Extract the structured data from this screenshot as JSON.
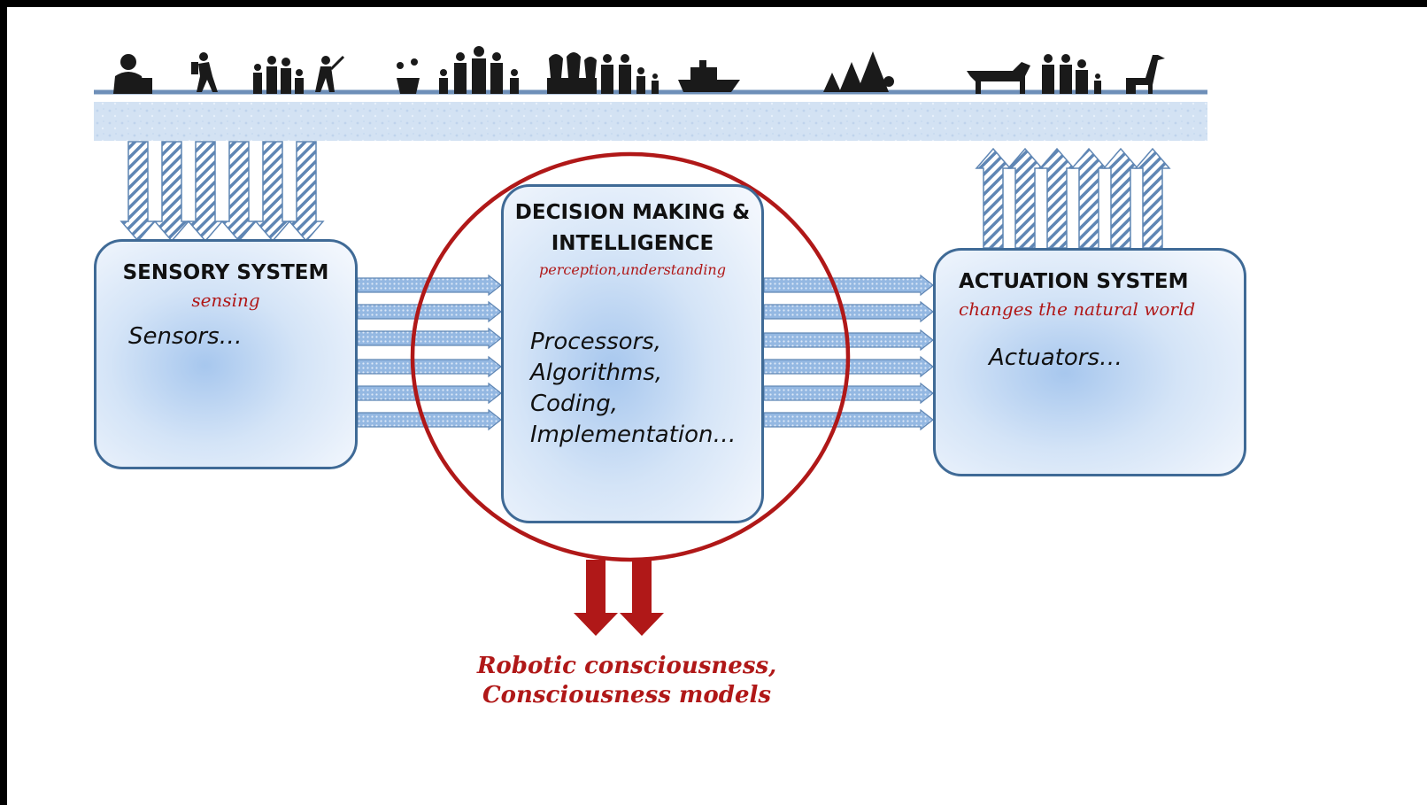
{
  "sensory": {
    "title": "SENSORY SYSTEM",
    "subtitle": "sensing",
    "body": "Sensors…"
  },
  "decision": {
    "title": "DECISION MAKING & INTELLIGENCE",
    "subtitle": "perception,understanding",
    "body": [
      "Processors,",
      "Algorithms,",
      "Coding,",
      "Implementation…"
    ]
  },
  "actuation": {
    "title": "ACTUATION SYSTEM",
    "subtitle": "changes the natural world",
    "body": "Actuators…"
  },
  "conclusion": [
    "Robotic consciousness,",
    "Consciousness models"
  ],
  "world_icons": [
    "person-at-desk-icon",
    "hiker-icon",
    "family-icon",
    "golfer-icon",
    "flower-pot-icon",
    "family-with-adults-icon",
    "tulips-icon",
    "family-icon",
    "ship-icon",
    "trees-icon",
    "cow-icon",
    "family-icon",
    "giraffe-icon"
  ],
  "colors": {
    "box_border": "#3f6a96",
    "box_fill": "#d4e4f7",
    "accent_red": "#b01818",
    "arrow_blue": "#8fb3de",
    "arrow_outline": "#5f86b4"
  }
}
